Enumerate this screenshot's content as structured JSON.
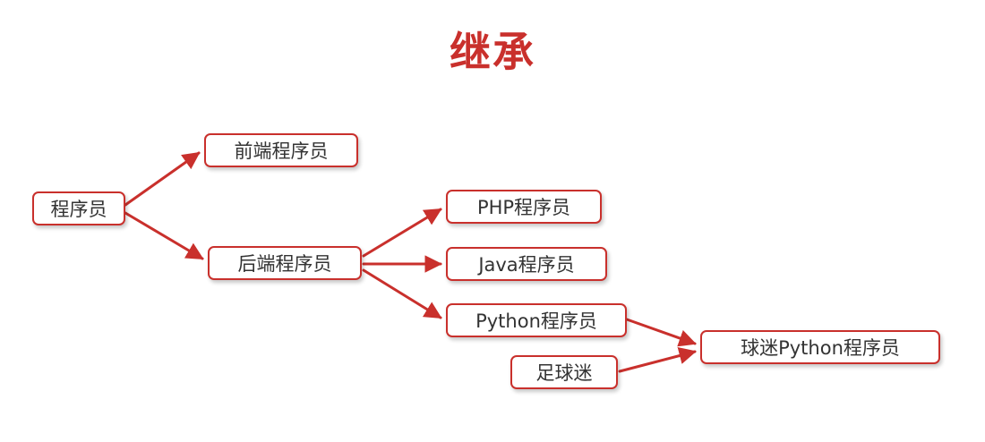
{
  "title": "继承",
  "colors": {
    "accent": "#c9302c",
    "text": "#333333",
    "background": "#ffffff"
  },
  "nodes": {
    "programmer": {
      "label": "程序员"
    },
    "frontend": {
      "label": "前端程序员"
    },
    "backend": {
      "label": "后端程序员"
    },
    "php": {
      "label": "PHP程序员"
    },
    "java": {
      "label": "Java程序员"
    },
    "python": {
      "label": "Python程序员"
    },
    "football_fan": {
      "label": "足球迷"
    },
    "fan_python": {
      "label": "球迷Python程序员"
    }
  },
  "edges": [
    {
      "from": "programmer",
      "to": "frontend"
    },
    {
      "from": "programmer",
      "to": "backend"
    },
    {
      "from": "backend",
      "to": "php"
    },
    {
      "from": "backend",
      "to": "java"
    },
    {
      "from": "backend",
      "to": "python"
    },
    {
      "from": "python",
      "to": "fan_python"
    },
    {
      "from": "football_fan",
      "to": "fan_python"
    }
  ]
}
